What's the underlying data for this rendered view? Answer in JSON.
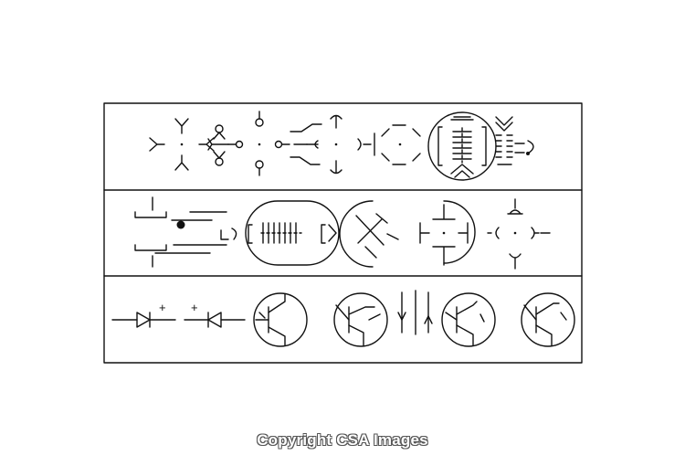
{
  "watermark": {
    "text": "Copyright CSA Images"
  },
  "diagram": {
    "rows": [
      {
        "name": "valve-symbols-row-1"
      },
      {
        "name": "valve-symbols-row-2"
      },
      {
        "name": "semiconductor-symbols-row"
      }
    ],
    "diode_polarity_marks": [
      "+",
      "+"
    ]
  },
  "colors": {
    "ink": "#111111",
    "background": "#ffffff",
    "watermark_outline": "#555555"
  }
}
